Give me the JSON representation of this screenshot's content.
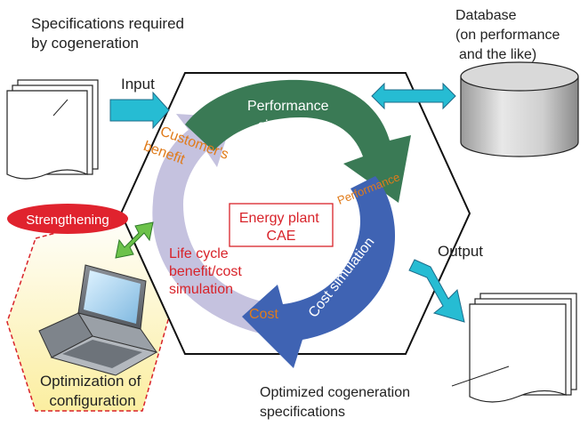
{
  "diagram": {
    "top_left_text": [
      "Specifications required",
      "by cogeneration"
    ],
    "input_label": "Input",
    "database_text": [
      "Database",
      "(on performance",
      "and the like)"
    ],
    "performance_sim": [
      "Performance",
      "simulation"
    ],
    "customers_benefit": [
      "Customer's",
      "benefit"
    ],
    "performance_label": "Performance",
    "center_box": [
      "Energy plant",
      "CAE"
    ],
    "strengthening": "Strengthening",
    "lifecycle": [
      "Life cycle",
      "benefit/cost",
      "simulation"
    ],
    "cost_label": "Cost",
    "cost_simulation": "Cost simulation",
    "output_label": "Output",
    "optimization": [
      "Optimization of",
      "configuration"
    ],
    "bottom_text": [
      "Optimized cogeneration",
      "specifications"
    ]
  },
  "colors": {
    "green_arrow": "#3a7a55",
    "blue_arrow": "#3f63b3",
    "lavender_arrow": "#c5c2df",
    "cyan_arrow": "#26bcd3",
    "orange_text": "#e07b1a",
    "red_text": "#d8232a",
    "strengthening_bg": "#e0232e",
    "yellow_panel": "#fbf2b8"
  }
}
